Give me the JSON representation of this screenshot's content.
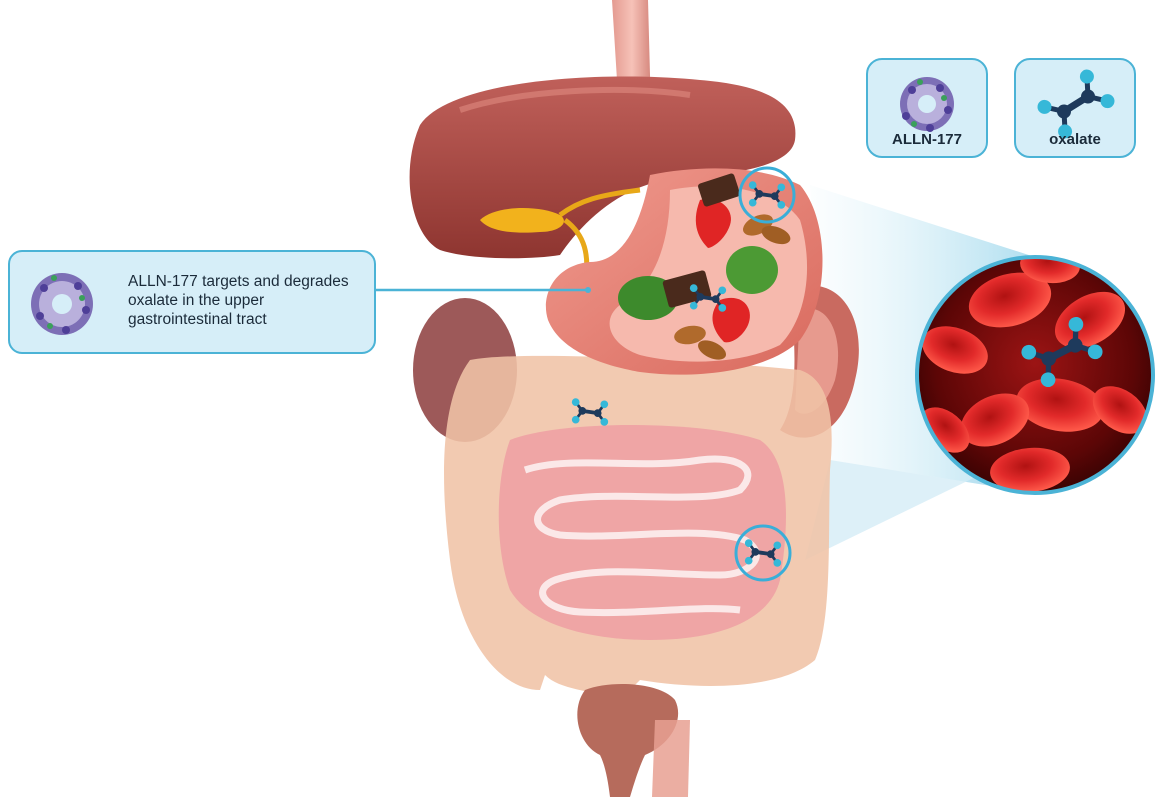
{
  "legend": {
    "enzyme_label": "ALLN-177",
    "oxalate_label": "oxalate"
  },
  "callout": {
    "text": "ALLN-177 targets and degrades oxalate in the upper gastrointestinal tract"
  },
  "colors": {
    "accent_blue": "#4bb3d6",
    "panel_fill": "#d6eef8",
    "molecule_carbon": "#1e3a5c",
    "molecule_oxygen": "#36b8d8",
    "blood_red": "#d61b1b"
  }
}
